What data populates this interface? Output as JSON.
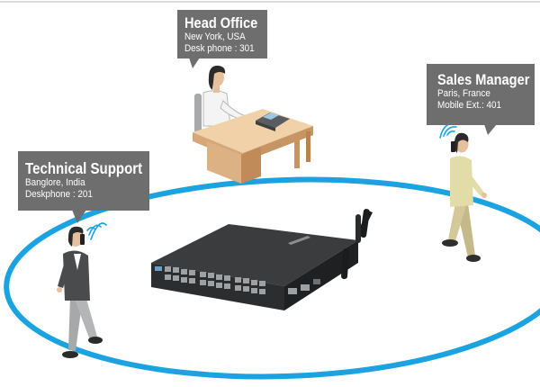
{
  "colors": {
    "ring": "#1aa3e0",
    "callout_fill": "#6e6e6e",
    "router_body": "#2f3133"
  },
  "callouts": {
    "head_office": {
      "title": "Head Office",
      "line1": "New York, USA",
      "line2": "Desk phone : 301"
    },
    "sales_manager": {
      "title": "Sales Manager",
      "line1": "Paris, France",
      "line2": "Mobile Ext.: 401"
    },
    "technical_support": {
      "title": "Technical Support",
      "line1": "Banglore, India",
      "line2": "Deskphone : 201"
    }
  },
  "icons": [
    "office-worker-icon",
    "desk-icon",
    "desk-phone-icon",
    "mobile-user-icon",
    "wifi-signal-icon",
    "ip-pbx-router-icon",
    "antenna-icon"
  ]
}
